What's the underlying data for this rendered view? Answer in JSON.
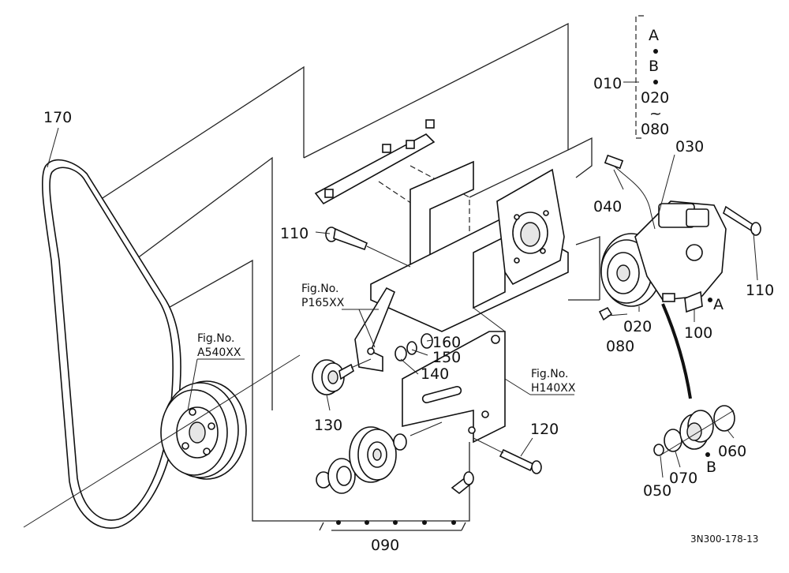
{
  "labels": {
    "p170": "170",
    "p110a": "110",
    "p110b": "110",
    "p010": "010",
    "p020": "020",
    "p020b": "020",
    "p030": "030",
    "p040": "040",
    "p050": "050",
    "p060": "060",
    "p070": "070",
    "p080": "080",
    "p080b": "080",
    "p090": "090",
    "p100": "100",
    "p120": "120",
    "p130": "130",
    "p140": "140",
    "p150": "150",
    "p160": "160",
    "refA": "A",
    "refB": "B",
    "refA2": "A",
    "refB2": "B",
    "tilde": "~"
  },
  "fig_refs": {
    "fig_label_1": "Fig.No.",
    "fig_code_1": "P165XX",
    "fig_label_2": "Fig.No.",
    "fig_code_2": "A540XX",
    "fig_label_3": "Fig.No.",
    "fig_code_3": "H140XX"
  },
  "drawing_code": "3N300-178-13"
}
